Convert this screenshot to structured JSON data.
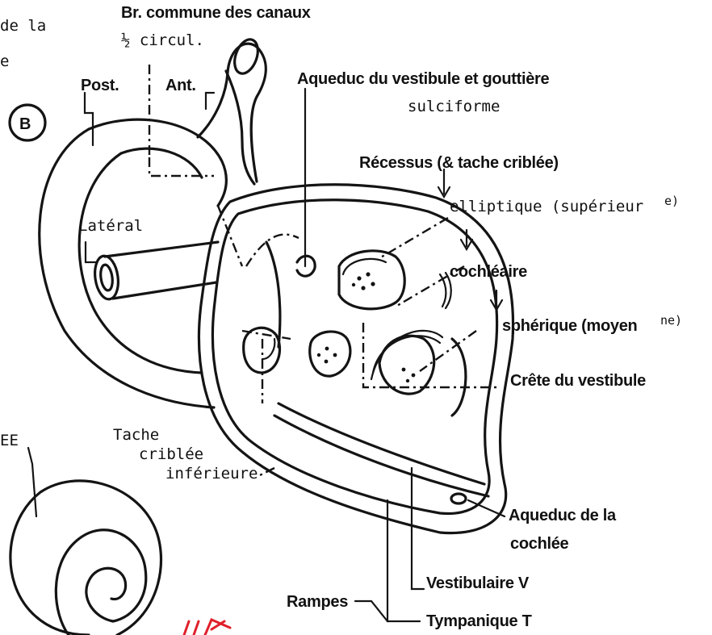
{
  "labels": {
    "top_left_1": "de la",
    "top_left_2": "e",
    "br_commune": "Br. commune des canaux",
    "half": "½ circul.",
    "post": "Post.",
    "ant": "Ant.",
    "letter_b": "B",
    "aqueduc_vest_1": "Aqueduc du vestibule et gouttière",
    "aqueduc_vest_2": "sulciforme",
    "recessus": "Récessus  (& tache criblée)",
    "elliptique": "elliptique (supérieur",
    "elliptique_sup": "e)",
    "lateral": "Latéral",
    "cochleaire": "cochléaire",
    "spherique": "sphérique (moyen",
    "spherique_sup": "ne)",
    "crete": "Crête du vestibule",
    "ee": "EE",
    "tache_1": "Tache",
    "tache_2": "criblée",
    "tache_3": "inférieure",
    "aqueduc_coch_1": "Aqueduc de la",
    "aqueduc_coch_2": "cochlée",
    "vestibulaire": "Vestibulaire V",
    "rampes": "Rampes",
    "tympanique": "Tympanique   T"
  },
  "colors": {
    "ink": "#141414",
    "annotation": "#e0202a",
    "paper": "#ffffff"
  }
}
